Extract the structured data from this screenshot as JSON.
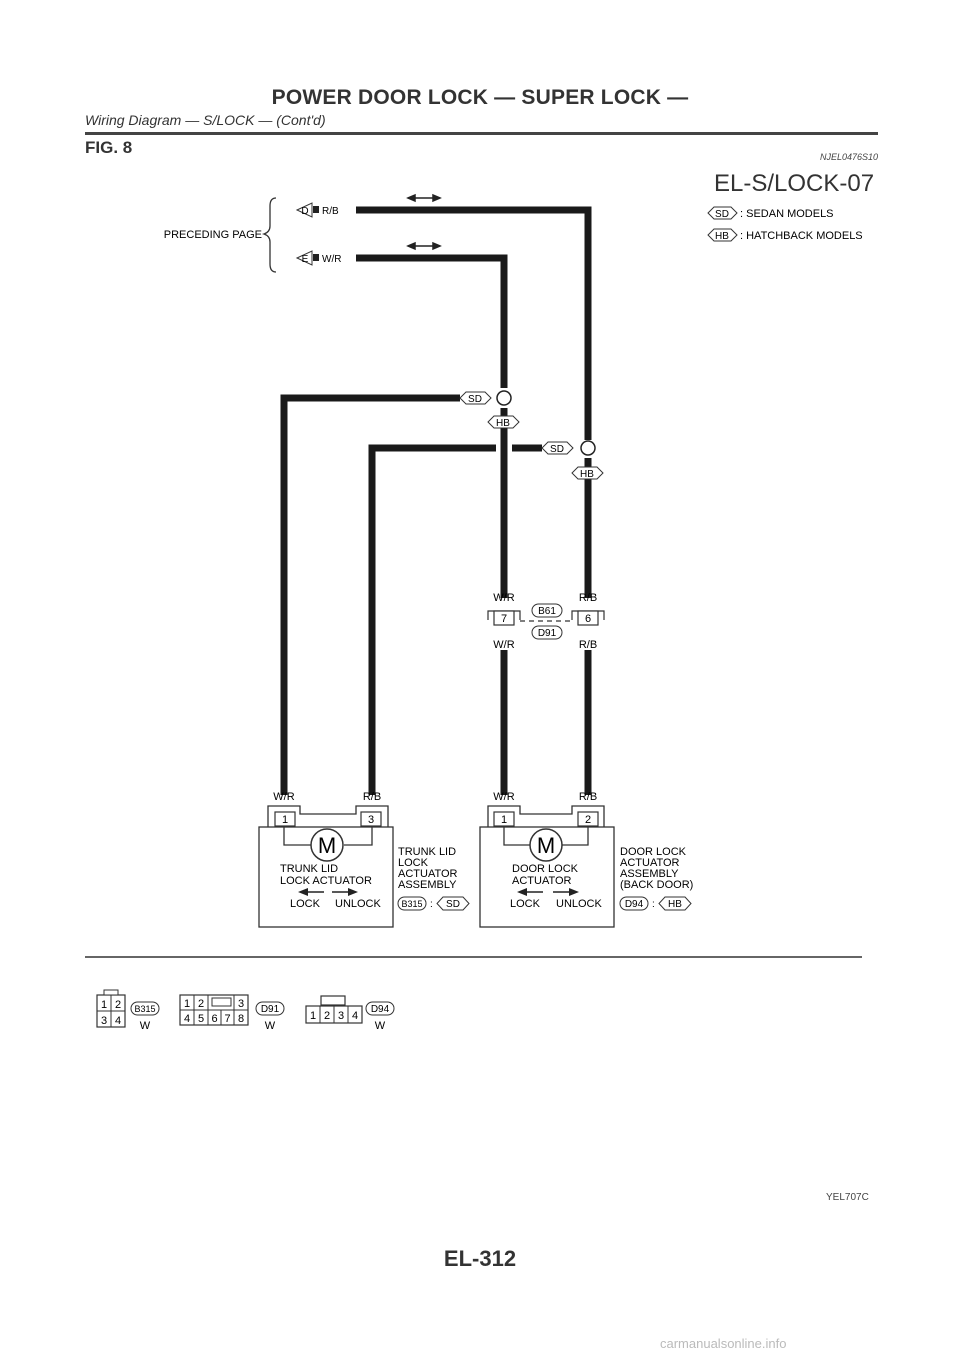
{
  "header": {
    "title": "POWER DOOR LOCK — SUPER LOCK —",
    "subtitle": "Wiring Diagram — S/LOCK — (Cont'd)"
  },
  "figure": {
    "label": "FIG. 8",
    "ref_code": "NJEL0476S10",
    "diagram_name": "EL-S/LOCK-07",
    "diagram_code": "YEL707C"
  },
  "legend": {
    "sd_badge": "SD",
    "sd_text": ": SEDAN MODELS",
    "hb_badge": "HB",
    "hb_text": ": HATCHBACK MODELS"
  },
  "preceding": {
    "label": "PRECEDING PAGE",
    "conn_d": "D",
    "wire_d": "R/B",
    "conn_e": "E",
    "wire_e": "W/R"
  },
  "badges": {
    "sd1": "SD",
    "hb1": "HB",
    "sd2": "SD",
    "hb2": "HB"
  },
  "inline_connector": {
    "top_left_wire": "W/R",
    "top_right_wire": "R/B",
    "pin_left": "7",
    "pin_right": "6",
    "conn_top": "B61",
    "conn_bottom": "D91",
    "bottom_left_wire": "W/R",
    "bottom_right_wire": "R/B"
  },
  "trunk_actuator": {
    "wire1": "W/R",
    "wire2": "R/B",
    "pin1": "1",
    "pin2": "3",
    "motor": "M",
    "name_line1": "TRUNK LID",
    "name_line2": "LOCK ACTUATOR",
    "lock": "LOCK",
    "unlock": "UNLOCK",
    "assy_line1": "TRUNK LID",
    "assy_line2": "LOCK",
    "assy_line3": "ACTUATOR",
    "assy_line4": "ASSEMBLY",
    "conn": "B315",
    "colon": ":",
    "model": "SD"
  },
  "door_actuator": {
    "wire1": "W/R",
    "wire2": "R/B",
    "pin1": "1",
    "pin2": "2",
    "motor": "M",
    "name_line1": "DOOR LOCK",
    "name_line2": "ACTUATOR",
    "lock": "LOCK",
    "unlock": "UNLOCK",
    "assy_line1": "DOOR LOCK",
    "assy_line2": "ACTUATOR",
    "assy_line3": "ASSEMBLY",
    "assy_line4": "(BACK DOOR)",
    "conn": "D94",
    "colon": ":",
    "model": "HB"
  },
  "connector_views": {
    "b315": {
      "p1": "1",
      "p2": "2",
      "p3": "3",
      "p4": "4",
      "name": "B315",
      "color": "W"
    },
    "d91": {
      "p1": "1",
      "p2": "2",
      "p3": "3",
      "p4": "4",
      "p5": "5",
      "p6": "6",
      "p7": "7",
      "p8": "8",
      "name": "D91",
      "color": "W"
    },
    "d94": {
      "p1": "1",
      "p2": "2",
      "p3": "3",
      "p4": "4",
      "name": "D94",
      "color": "W"
    }
  },
  "page": {
    "number": "EL-312",
    "watermark": "carmanualsonline.info"
  }
}
